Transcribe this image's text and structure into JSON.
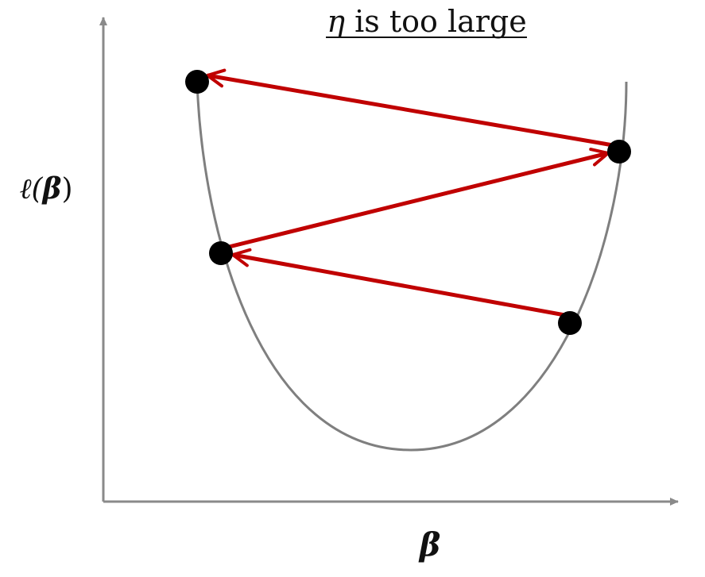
{
  "title": {
    "symbol": "η",
    "rest": " is too large"
  },
  "axes": {
    "y_label": {
      "prefix": "ℓ(",
      "symbol": "β",
      "suffix": ")"
    },
    "x_label": "β"
  },
  "colors": {
    "axis": "#8a8a8a",
    "curve": "#7f7f7f",
    "arrow": "#c00000",
    "point": "#000000",
    "text": "#111111"
  },
  "steps": [
    {
      "order": 1,
      "from": "right-lower",
      "to": "left-middle"
    },
    {
      "order": 2,
      "from": "left-middle",
      "to": "right-upper"
    },
    {
      "order": 3,
      "from": "right-upper",
      "to": "left-top"
    }
  ],
  "points": [
    "right-lower",
    "left-middle",
    "right-upper",
    "left-top"
  ]
}
